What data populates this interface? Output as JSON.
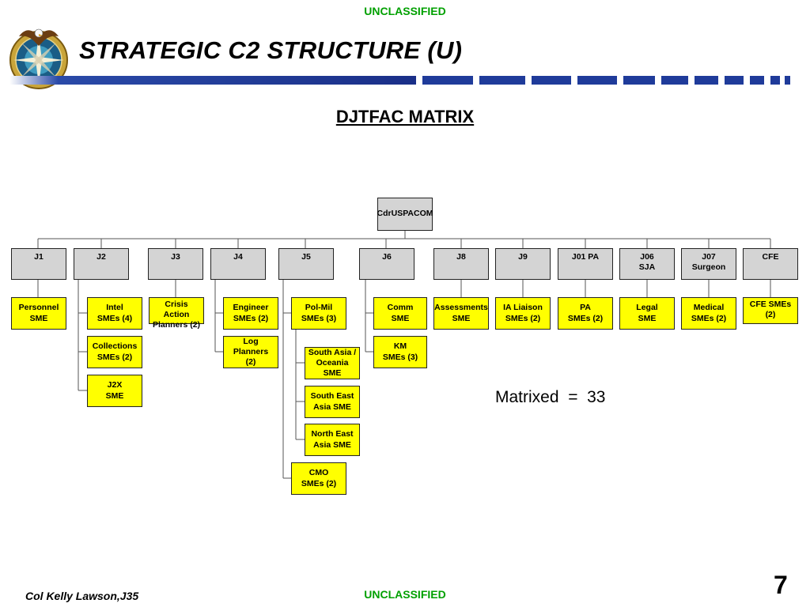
{
  "header": {
    "classification": "UNCLASSIFIED",
    "title": "STRATEGIC C2 STRUCTURE (U)",
    "logo_icon": "eagle-compass-seal-icon"
  },
  "subtitle": "DJTFAC MATRIX",
  "colors": {
    "classification": "#00a000",
    "rule_blue": "#1f3b9a",
    "directorate_fill": "#d4d4d4",
    "staff_fill": "#ffff00"
  },
  "org": {
    "top": {
      "line1": "Cdr",
      "line2": "USPACOM"
    },
    "directorates": [
      {
        "id": "j1",
        "label": "J1"
      },
      {
        "id": "j2",
        "label": "J2"
      },
      {
        "id": "j3",
        "label": "J3"
      },
      {
        "id": "j4",
        "label": "J4"
      },
      {
        "id": "j5",
        "label": "J5"
      },
      {
        "id": "j6",
        "label": "J6"
      },
      {
        "id": "j8",
        "label": "J8"
      },
      {
        "id": "j9",
        "label": "J9"
      },
      {
        "id": "j01",
        "label": "J01 PA"
      },
      {
        "id": "j06",
        "label": "J06\nSJA"
      },
      {
        "id": "j07",
        "label": "J07\nSurgeon"
      },
      {
        "id": "cfe",
        "label": "CFE"
      }
    ],
    "staff": {
      "personnel_sme": "Personnel\nSME",
      "intel_smes": "Intel\nSMEs (4)",
      "collections_smes": "Collections\nSMEs (2)",
      "j2x_sme": "J2X\nSME",
      "crisis_action_planners": "Crisis Action\nPlanners (2)",
      "engineer_smes": "Engineer\nSMEs (2)",
      "log_planners": "Log Planners\n(2)",
      "pol_mil_smes": "Pol-Mil\nSMEs (3)",
      "south_asia_oceania_sme": "South Asia /\nOceania SME",
      "south_east_asia_sme": "South East\nAsia SME",
      "north_east_asia_sme": "North East\nAsia SME",
      "cmo_smes": "CMO\nSMEs (2)",
      "comm_sme": "Comm\nSME",
      "km_smes": "KM\nSMEs (3)",
      "assessments_sme": "Assessments\nSME",
      "ia_liaison_smes": "IA Liaison\nSMEs (2)",
      "pa_smes": "PA\nSMEs (2)",
      "legal_sme": "Legal\nSME",
      "medical_smes": "Medical\nSMEs (2)",
      "cfe_smes": "CFE SMEs\n(2)"
    }
  },
  "matrixed": "Matrixed  =  33",
  "footer": {
    "author": "Col Kelly Lawson,J35",
    "classification": "UNCLASSIFIED",
    "page": "7"
  }
}
